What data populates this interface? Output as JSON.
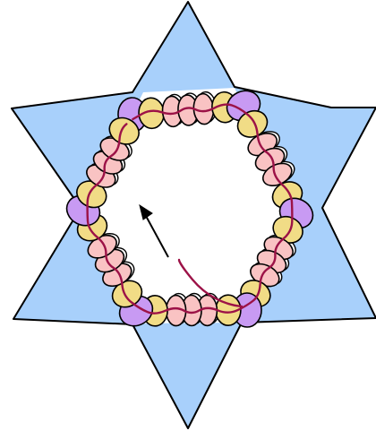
{
  "diagram": {
    "shape": "six-pointed star",
    "colors": {
      "star_fill": "#a8d0fb",
      "star_stroke": "#000000",
      "pink_bead": "#f9c3c3",
      "yellow_bead": "#f1dc86",
      "purple_bead": "#c89af3",
      "thread": "#9c1247",
      "bead_outline": "#000000",
      "arrow": "#000000"
    },
    "bead_pattern_per_side": [
      "purple",
      "yellow",
      "pink",
      "pink",
      "pink",
      "yellow"
    ],
    "sides": 6,
    "elements": {
      "star": "star-shape",
      "beads": "bead-ring",
      "thread": "thread-path",
      "arrow": "direction-arrow"
    }
  }
}
